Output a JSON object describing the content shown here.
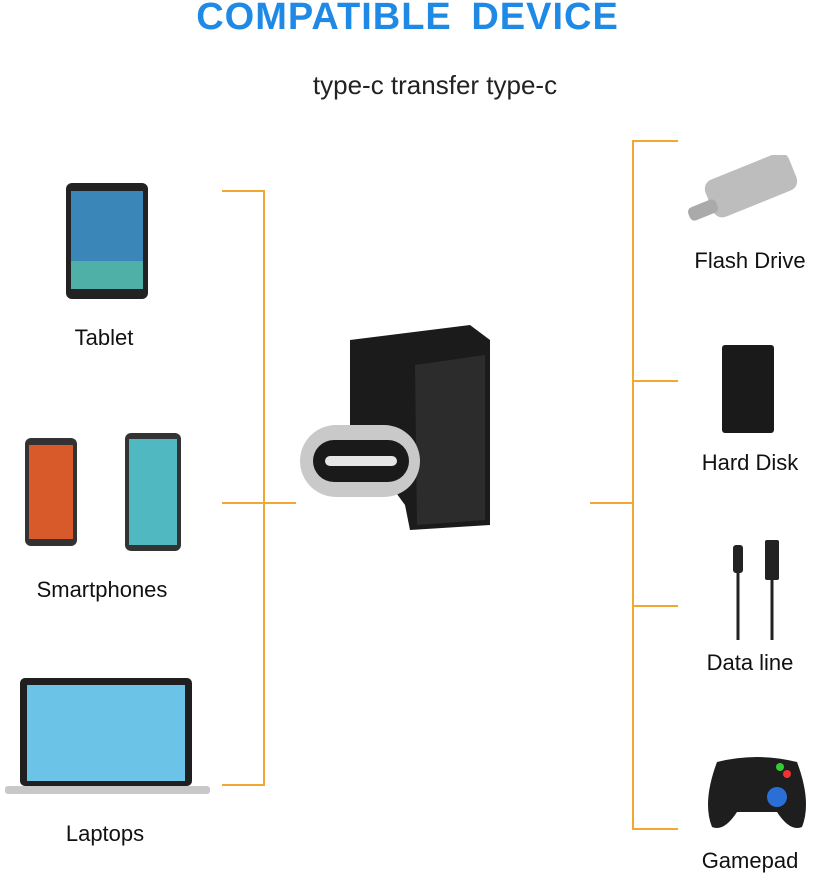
{
  "header": {
    "title": "COMPATIBLE DEVICE",
    "subtitle": "type-c transfer type-c"
  },
  "left_devices": [
    {
      "label": "Tablet"
    },
    {
      "label": "Smartphones"
    },
    {
      "label": "Laptops"
    }
  ],
  "right_devices": [
    {
      "label": "Flash Drive"
    },
    {
      "label": "Hard Disk"
    },
    {
      "label": "Data line"
    },
    {
      "label": "Gamepad"
    }
  ],
  "colors": {
    "title": "#1f8ae6",
    "connector_lines": "#f0a830"
  }
}
